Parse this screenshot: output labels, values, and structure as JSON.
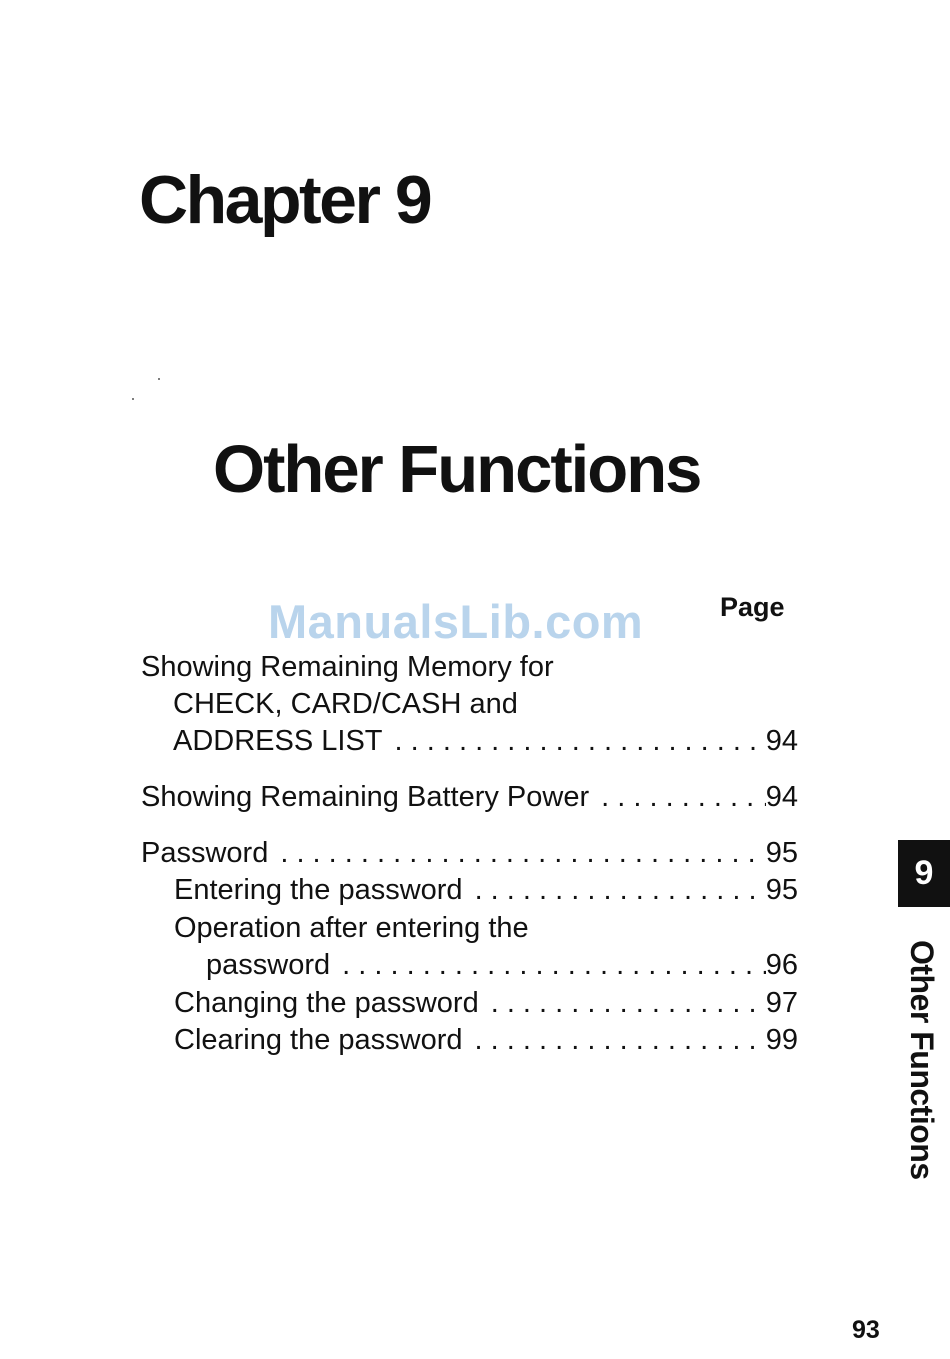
{
  "chapter_heading": "Chapter 9",
  "title": "Other Functions",
  "watermark": "ManualsLib.com",
  "toc_column_header": "Page",
  "toc": {
    "entry1": {
      "line1": "Showing Remaining Memory for",
      "line2": "CHECK, CARD/CASH and",
      "line3": "ADDRESS LIST",
      "page": "94"
    },
    "entry2": {
      "text": "Showing Remaining Battery Power",
      "page": "94"
    },
    "entry3": {
      "text": "Password",
      "page": "95"
    },
    "entry4": {
      "text": "Entering the password",
      "page": "95"
    },
    "entry5": {
      "line1": "Operation after entering the",
      "line2": "password",
      "page": "96"
    },
    "entry6": {
      "text": "Changing the password",
      "page": "97"
    },
    "entry7": {
      "text": "Clearing the password",
      "page": "99"
    }
  },
  "side_tab": {
    "number": "9",
    "label": "Other Functions"
  },
  "page_number": "93"
}
